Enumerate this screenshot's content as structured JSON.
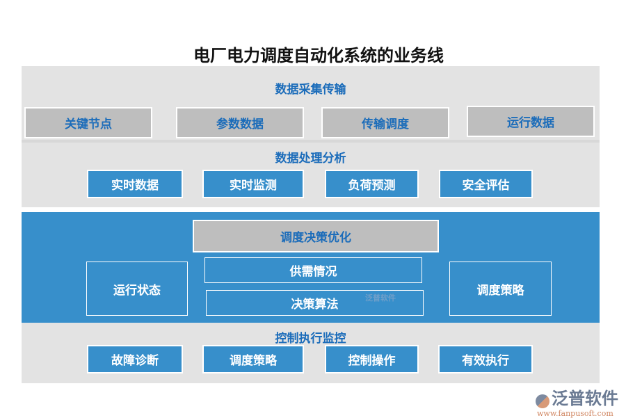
{
  "title": "电厂电力调度自动化系统的业务线",
  "sections": [
    {
      "title": "数据采集传输",
      "items": [
        "关键节点",
        "参数数据",
        "传输调度",
        "运行数据"
      ]
    },
    {
      "title": "数据处理分析",
      "items": [
        "实时数据",
        "实时监测",
        "负荷预测",
        "安全评估"
      ]
    },
    {
      "title": "调度决策优化",
      "left": "运行状态",
      "middle": [
        "供需情况",
        "决策算法"
      ],
      "right": "调度策略"
    },
    {
      "title": "控制执行监控",
      "items": [
        "故障诊断",
        "调度策略",
        "控制操作",
        "有效执行"
      ]
    }
  ],
  "watermark": "泛普软件",
  "logo": {
    "name": "泛普软件",
    "url": "www.fanpusoft.com"
  },
  "colors": {
    "blue": "#378fcb",
    "panel": "#e3e3e3",
    "gray_box": "#bebebe",
    "text_blue": "#1b6cba"
  }
}
